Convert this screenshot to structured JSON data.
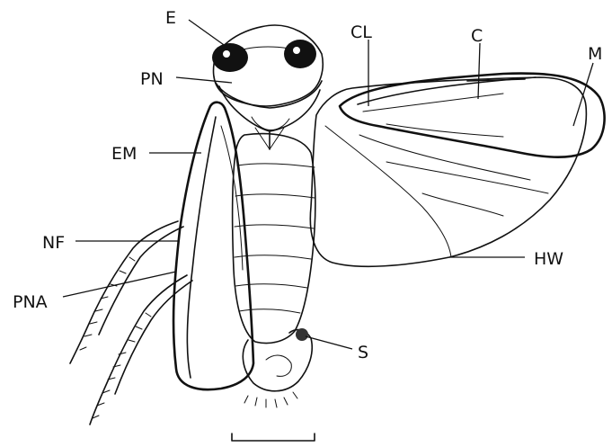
{
  "labels": {
    "E": "E",
    "PN": "PN",
    "CL": "CL",
    "C": "C",
    "M": "M",
    "EM": "EM",
    "NF": "NF",
    "PNA": "PNA",
    "HW": "HW",
    "S": "S"
  }
}
